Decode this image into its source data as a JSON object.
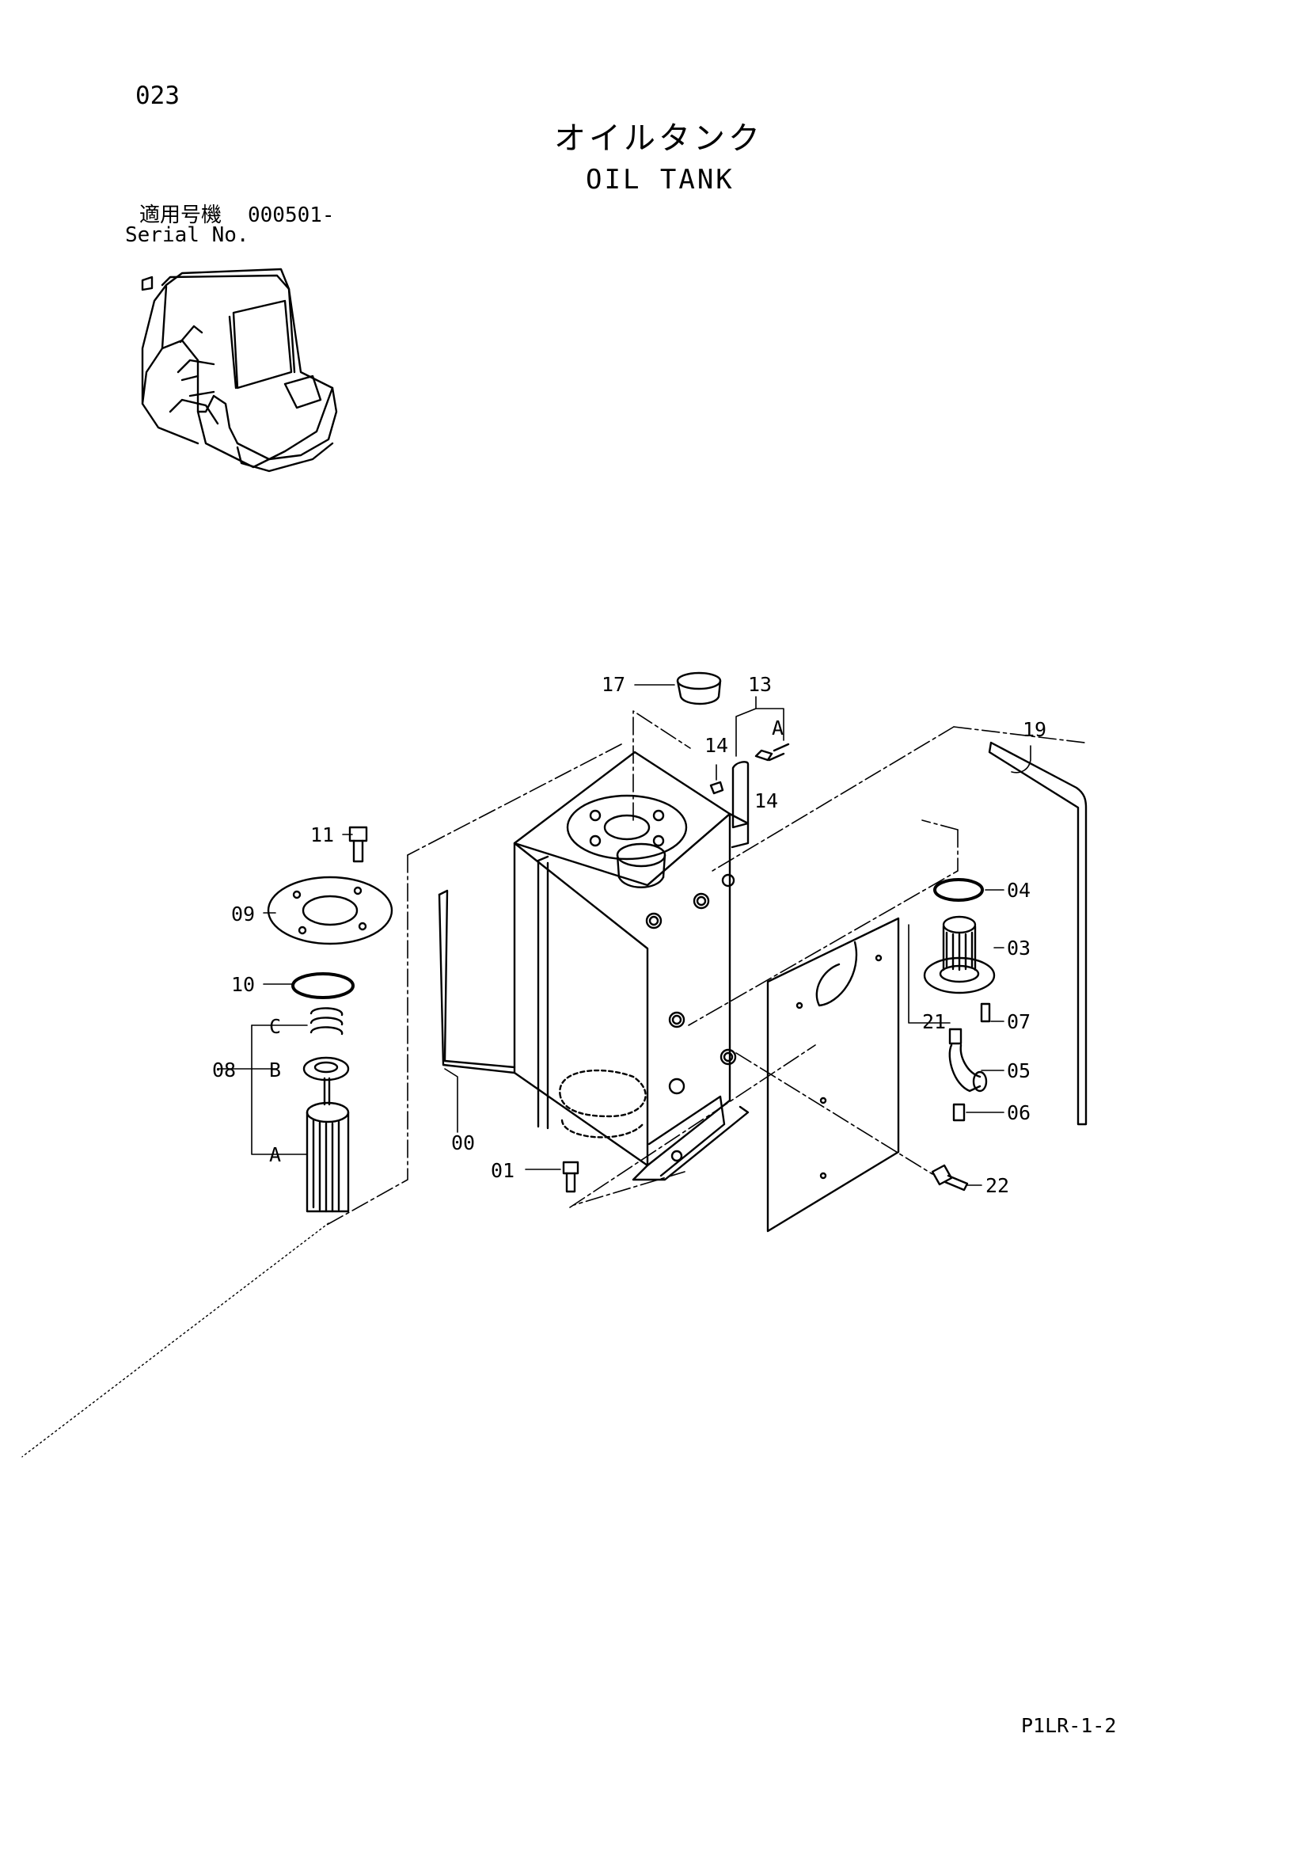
{
  "header": {
    "page_number": "023",
    "title_jp": "オイルタンク",
    "title_en": "OIL TANK",
    "serial_label_jp": "適用号機",
    "serial_range": "000501-",
    "serial_label_en": "Serial No."
  },
  "footer": {
    "page_code": "P1LR-1-2"
  },
  "callouts": {
    "c00": "00",
    "c01": "01",
    "c03": "03",
    "c04": "04",
    "c05": "05",
    "c06": "06",
    "c07": "07",
    "c08": "08",
    "c09": "09",
    "c10": "10",
    "c11": "11",
    "c13": "13",
    "c14a": "14",
    "c14b": "14",
    "c17": "17",
    "c19": "19",
    "c21": "21",
    "c22": "22",
    "sub_a": "A",
    "sub_b": "B",
    "sub_c": "C",
    "sub_a_top": "A"
  }
}
